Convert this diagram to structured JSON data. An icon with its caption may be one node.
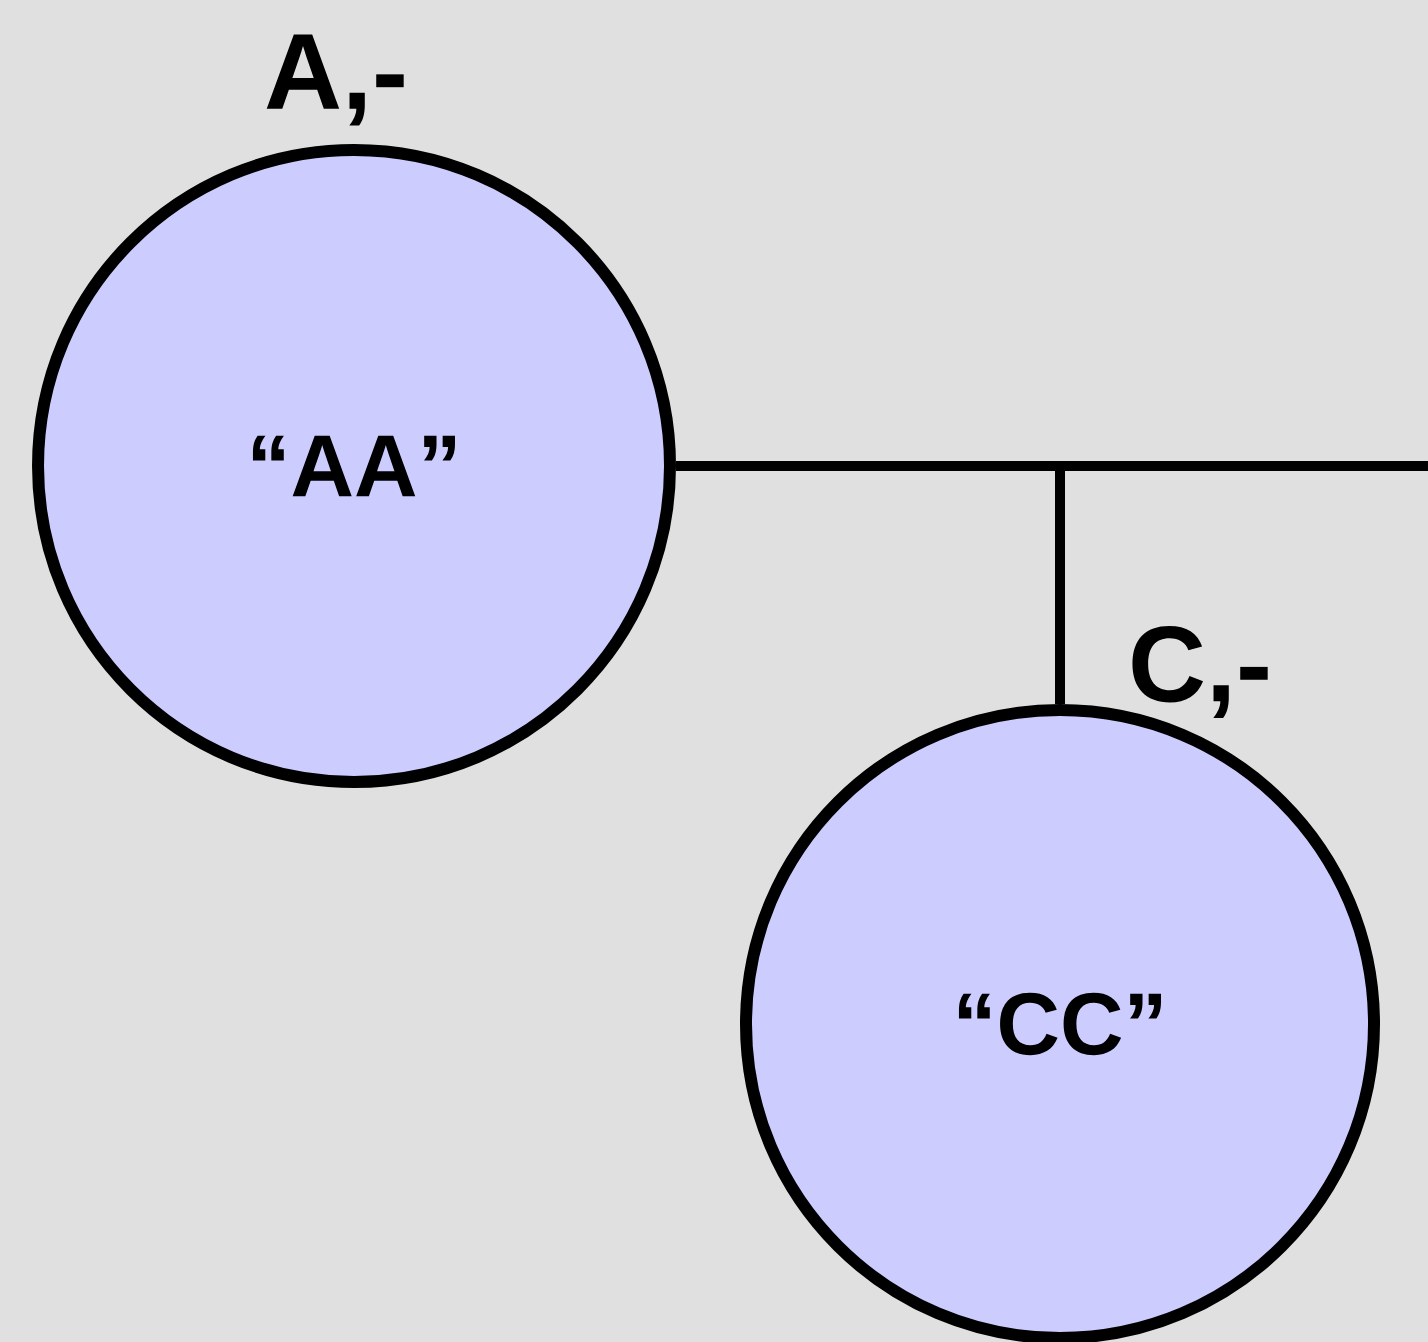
{
  "diagram": {
    "nodes": [
      {
        "text": [
          "“AA”"
        ],
        "beside": [
          "A,-"
        ]
      },
      {
        "text": [
          "“CC”"
        ],
        "beside": [
          "C,-"
        ]
      }
    ],
    "edges": [
      {
        "from": 0,
        "to": null,
        "arrow": "none"
      },
      {
        "from": 0,
        "to": 1,
        "arrow": "none"
      }
    ]
  }
}
